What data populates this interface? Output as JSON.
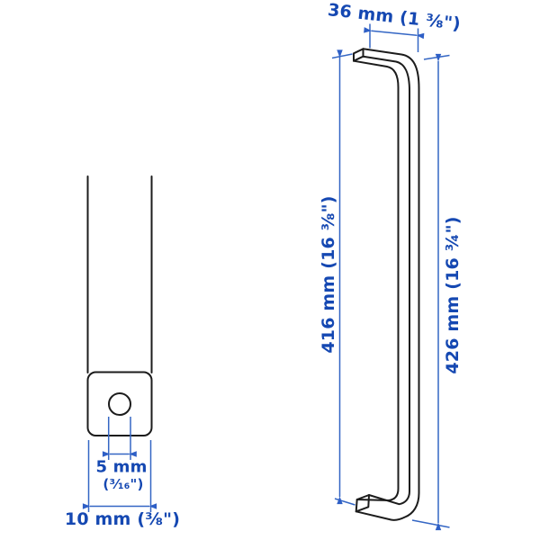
{
  "canvas": {
    "background": "#ffffff",
    "outline_color": "#1c1c1c",
    "dimension_line_color": "#3466c4",
    "dimension_text_color": "#1548b2"
  },
  "views": {
    "handle_perspective": {
      "depth_label": "36 mm (1 ⅜\")",
      "inner_length_label": "416 mm (16 ⅜\")",
      "overall_length_label": "426 mm (16 ¾\")"
    },
    "end_detail": {
      "hole_diameter_label": "5 mm",
      "hole_diameter_fraction": "(³⁄₁₆\")",
      "bar_width_label": "10 mm (⅜\")"
    }
  }
}
